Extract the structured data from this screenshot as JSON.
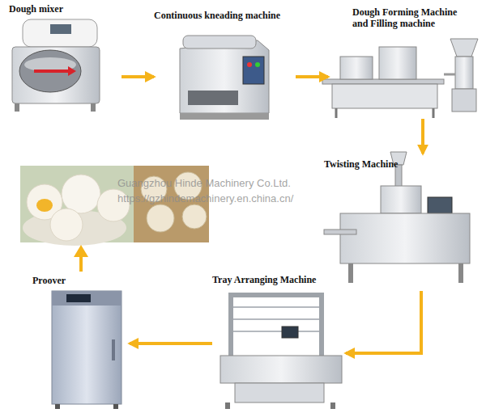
{
  "diagram": {
    "nodes": [
      {
        "text": [
          "Dough mixer"
        ]
      },
      {
        "text": [
          "Continuous kneading machine"
        ]
      },
      {
        "text": [
          "Dough Forming Machine and Filling machine"
        ]
      },
      {
        "text": [
          "Twisting Machine"
        ]
      },
      {
        "text": [
          "Tray Arranging Machine"
        ]
      },
      {
        "text": [
          "Proover"
        ]
      }
    ],
    "edges": [
      {
        "from": 0,
        "to": 1,
        "arrow": "to"
      },
      {
        "from": 1,
        "to": 2,
        "arrow": "to"
      },
      {
        "from": 2,
        "to": 3,
        "arrow": "to"
      },
      {
        "from": 3,
        "to": 4,
        "arrow": "to"
      },
      {
        "from": 4,
        "to": 5,
        "arrow": "to"
      }
    ],
    "labels": [
      "Guangzhou Hinde Machinery Co.Ltd.",
      "https://gzhindemachinery.en.china.cn/"
    ]
  }
}
